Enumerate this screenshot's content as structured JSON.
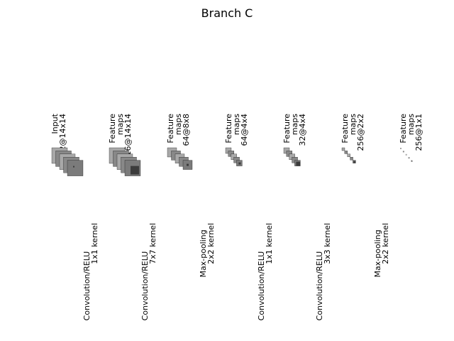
{
  "title": "Branch C",
  "layers": [
    {
      "lines": [
        "Input",
        "32@14x14"
      ]
    },
    {
      "lines": [
        "Feature",
        "maps",
        "16@14x14"
      ]
    },
    {
      "lines": [
        "Feature",
        "maps",
        "64@8x8"
      ]
    },
    {
      "lines": [
        "Feature",
        "maps",
        "64@4x4"
      ]
    },
    {
      "lines": [
        "Feature",
        "maps",
        "32@4x4"
      ]
    },
    {
      "lines": [
        "Feature",
        "maps",
        "256@2x2"
      ]
    },
    {
      "lines": [
        "Feature",
        "maps",
        "256@1x1"
      ]
    }
  ],
  "operations": [
    {
      "lines": [
        "Convolution/RELU",
        "1x1 kernel"
      ]
    },
    {
      "lines": [
        "Convolution/RELU",
        "7x7 kernel"
      ]
    },
    {
      "lines": [
        "Max-pooling",
        "2x2 kernel"
      ]
    },
    {
      "lines": [
        "Convolution/RELU",
        "1x1 kernel"
      ]
    },
    {
      "lines": [
        "Convolution/RELU",
        "3x3 kernel"
      ]
    },
    {
      "lines": [
        "Max-pooling",
        "2x2 kernel"
      ]
    }
  ],
  "colors": {
    "map_light": "#a8a8a8",
    "map_mid": "#888888",
    "map_last": "#7b7b7b",
    "kernel_dark": "#3c3c3c",
    "edge": "#000000"
  }
}
